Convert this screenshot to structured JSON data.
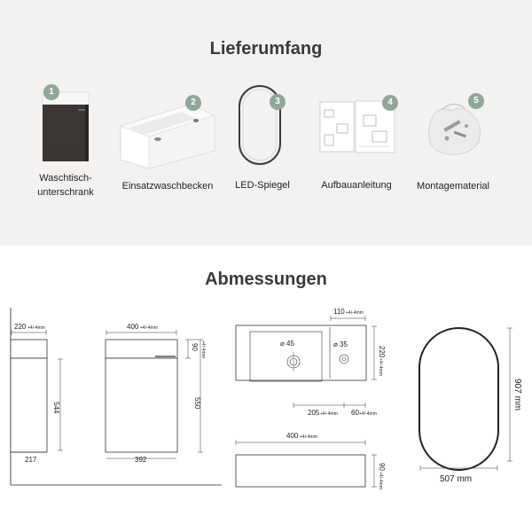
{
  "delivery": {
    "title": "Lieferumfang",
    "items": [
      {
        "number": "1",
        "label_line1": "Waschtisch-",
        "label_line2": "unterschrank",
        "icon": "cabinet-icon"
      },
      {
        "number": "2",
        "label_line1": "Einsatzwaschbecken",
        "icon": "basin-icon"
      },
      {
        "number": "3",
        "label_line1": "LED-Spiegel",
        "icon": "mirror-icon"
      },
      {
        "number": "4",
        "label_line1": "Aufbauanleitung",
        "icon": "manual-icon"
      },
      {
        "number": "5",
        "label_line1": "Montagematerial",
        "icon": "hardware-bag-icon"
      }
    ]
  },
  "dimensions": {
    "title": "Abmessungen",
    "cabinet_side": {
      "depth_top": "220",
      "depth_top_tol": "+4/-4mm",
      "height_inner": "544",
      "depth_bottom": "217"
    },
    "cabinet_front": {
      "width_top": "400",
      "width_top_tol": "+4/-4mm",
      "top_height": "90",
      "top_height_tol": "+4/-4mm",
      "height": "550",
      "width_bottom": "392"
    },
    "basin_top": {
      "right_width": "110",
      "right_width_tol": "+4/-4mm",
      "drain_dia": "⌀ 45",
      "tap_dia": "⌀ 35",
      "depth": "220",
      "depth_tol": "+4/-4mm",
      "drain_offset": "205",
      "drain_offset_tol": "+4/-4mm",
      "tap_offset": "60",
      "tap_offset_tol": "+4/-4mm"
    },
    "basin_side": {
      "width": "400",
      "width_tol": "+4/-4mm",
      "height": "90",
      "height_tol": "+4/-4mm"
    },
    "mirror": {
      "height": "907 mm",
      "width": "507 mm"
    }
  }
}
